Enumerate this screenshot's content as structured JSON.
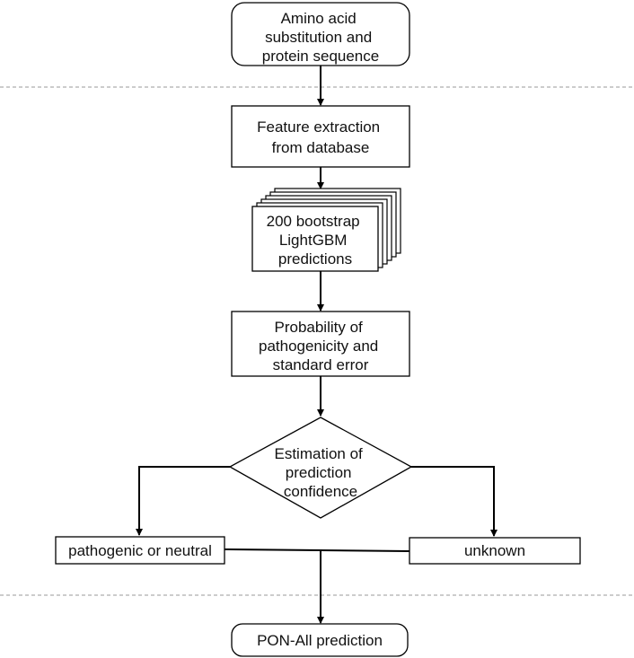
{
  "nodes": {
    "input": [
      "Amino acid",
      "substitution and",
      "protein sequence"
    ],
    "features": [
      "Feature extraction",
      "from database"
    ],
    "bootstrap": [
      "200 bootstrap",
      "LightGBM",
      "predictions"
    ],
    "probability": [
      "Probability of",
      "pathogenicity and",
      "standard error"
    ],
    "confidence": [
      "Estimation of",
      "prediction",
      "confidence"
    ],
    "pathogenic": "pathogenic or neutral",
    "unknown": "unknown",
    "output": "PON-All prediction"
  }
}
